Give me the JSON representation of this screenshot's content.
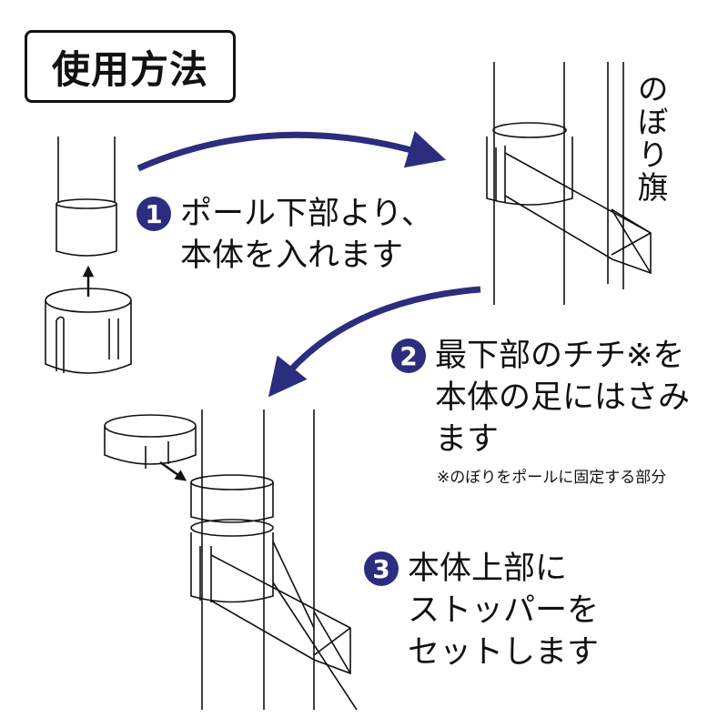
{
  "title": "使用方法",
  "flag_label": "のぼり旗",
  "steps": [
    {
      "number": "1",
      "lines": [
        "ポール下部より、",
        "本体を入れます"
      ]
    },
    {
      "number": "2",
      "lines": [
        "最下部のチチ※を",
        "本体の足にはさみ",
        "ます"
      ]
    },
    {
      "number": "3",
      "lines": [
        "本体上部に",
        "ストッパーを",
        "セットします"
      ]
    }
  ],
  "footnote": "※のぼりをポールに固定する部分",
  "colors": {
    "accent": "#2b2d7e",
    "line": "#111111"
  }
}
